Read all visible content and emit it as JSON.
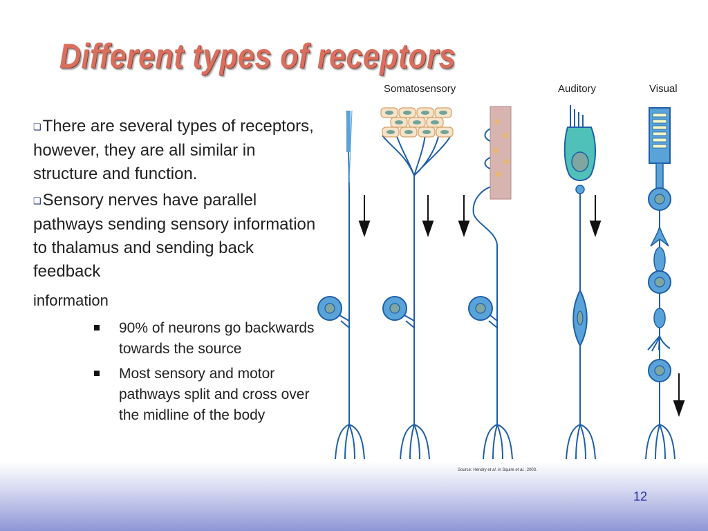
{
  "slide": {
    "title": "Different types of receptors",
    "bullets": [
      "There are several types of receptors, however, they are all similar in structure and function.",
      "Sensory nerves have parallel pathways sending sensory information to thalamus and sending back feedback"
    ],
    "bullet_continuation": "information",
    "sub_bullets": [
      "90% of neurons go backwards towards the source",
      "Most sensory and motor pathways split and cross over the midline of the body"
    ],
    "page_number": "12"
  },
  "figure": {
    "labels": {
      "somatosensory": "Somatosensory",
      "auditory": "Auditory",
      "visual": "Visual"
    },
    "source_prefix": "Source: Hendry ",
    "source_et_al_1": "et al",
    "source_middle": ". in Squire ",
    "source_et_al_2": "et al",
    "source_suffix": "., 2003."
  },
  "colors": {
    "title": "#d9705f",
    "neuron_fill": "#5aa3d8",
    "neuron_stroke": "#1e5fa8",
    "nucleus": "#7fa6a0",
    "skin_fill": "#f6e3c8",
    "skin_stroke": "#d4a06a",
    "auditory_fill": "#4fc1b8",
    "muscle_fill": "#d8b4b0",
    "page_number": "#2a2fa6"
  }
}
